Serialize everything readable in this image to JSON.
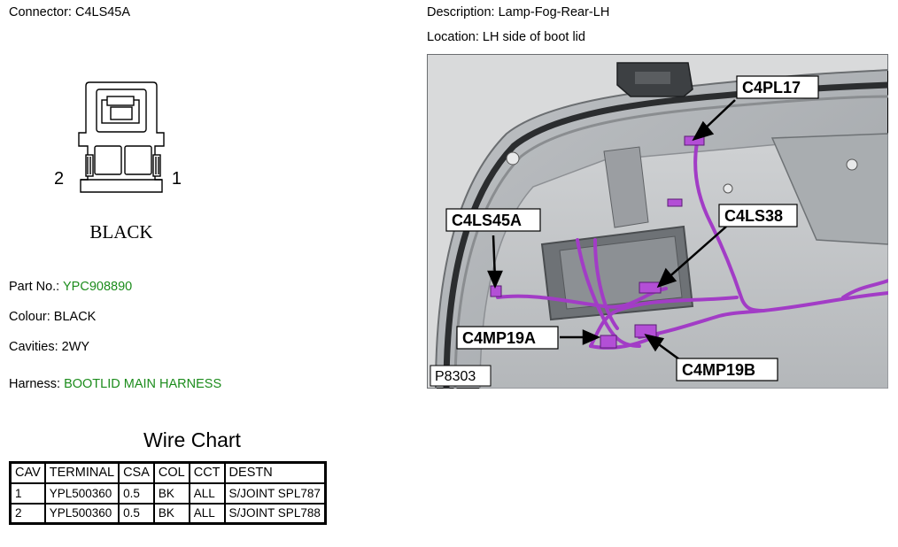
{
  "connector": {
    "label": "Connector:",
    "id": "C4LS45A",
    "pin_left": "2",
    "pin_right": "1",
    "color_text": "BLACK"
  },
  "header": {
    "description_label": "Description:",
    "description": "Lamp-Fog-Rear-LH",
    "location_label": "Location:",
    "location": "LH side of boot lid"
  },
  "details": {
    "part_label": "Part No.:",
    "part_no": "YPC908890",
    "colour_label": "Colour:",
    "colour": "BLACK",
    "cavities_label": "Cavities:",
    "cavities": "2WY",
    "harness_label": "Harness:",
    "harness": "BOOTLID MAIN HARNESS"
  },
  "photo": {
    "ref": "P8303",
    "callouts": [
      "C4PL17",
      "C4LS45A",
      "C4LS38",
      "C4MP19A",
      "C4MP19B"
    ]
  },
  "wire_chart": {
    "title": "Wire Chart",
    "headers": [
      "CAV",
      "TERMINAL",
      "CSA",
      "COL",
      "CCT",
      "DESTN"
    ],
    "rows": [
      [
        "1",
        "YPL500360",
        "0.5",
        "BK",
        "ALL",
        "S/JOINT SPL787"
      ],
      [
        "2",
        "YPL500360",
        "0.5",
        "BK",
        "ALL",
        "S/JOINT SPL788"
      ]
    ]
  },
  "colors": {
    "link_green": "#1c8c1c",
    "wire_purple": "#a23cc6"
  }
}
